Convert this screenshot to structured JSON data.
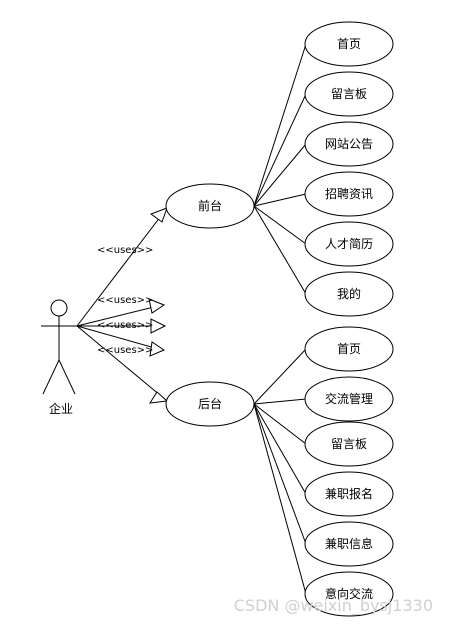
{
  "actor": {
    "name": "企业"
  },
  "stereotype": "<<uses>>",
  "frontend": {
    "label": "前台",
    "use_cases": [
      "首页",
      "留言板",
      "网站公告",
      "招聘资讯",
      "人才简历",
      "我的"
    ]
  },
  "backend": {
    "label": "后台",
    "use_cases": [
      "首页",
      "交流管理",
      "留言板",
      "兼职报名",
      "兼职信息",
      "意向交流"
    ]
  },
  "watermark": "CSDN @weixin_bysj1330"
}
